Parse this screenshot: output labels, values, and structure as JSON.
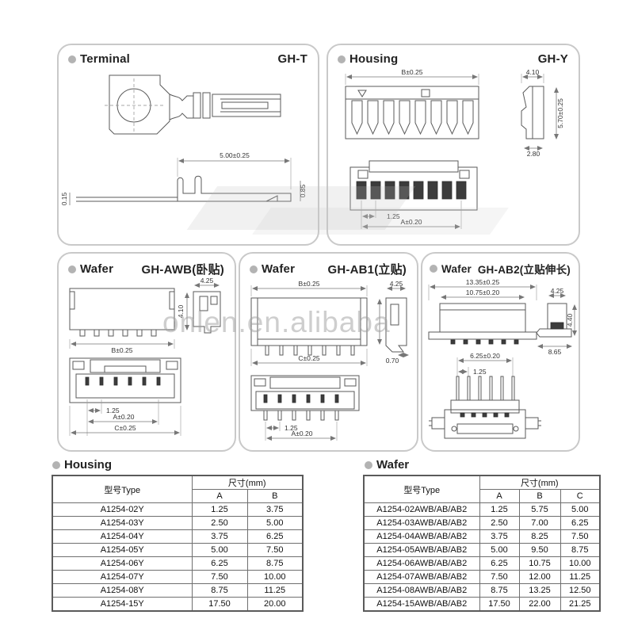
{
  "watermark": {
    "text": "onlen.en.alibaba"
  },
  "panels": {
    "terminal": {
      "title": "Terminal",
      "code": "GH-T",
      "dims": {
        "length": "5.00±0.25",
        "thickness": "0.15",
        "barrel": "0.85"
      }
    },
    "housing": {
      "title": "Housing",
      "code": "GH-Y",
      "dims": {
        "b": "B±0.25",
        "side_w": "4.10",
        "side_h": "5.70±0.25",
        "side_d": "2.80",
        "pitch": "1.25",
        "a": "A±0.20"
      }
    },
    "wafer_awb": {
      "title": "Wafer",
      "code": "GH-AWB(卧贴)",
      "dims": {
        "b": "B±0.25",
        "side_top": "4.25",
        "side_h": "4.10",
        "pitch": "1.25",
        "a": "A±0.20",
        "c": "C±0.25"
      }
    },
    "wafer_ab1": {
      "title": "Wafer",
      "code": "GH-AB1(立贴)",
      "dims": {
        "b": "B±0.25",
        "c": "C±0.25",
        "side_top": "4.25",
        "foot": "0.70",
        "pitch": "1.25",
        "a": "A±0.20"
      }
    },
    "wafer_ab2": {
      "title": "Wafer",
      "code": "GH-AB2(立贴伸长)",
      "dims": {
        "outer": "13.35±0.25",
        "inner": "10.75±0.20",
        "side_top": "4.25",
        "side_h": "4.40",
        "side_w": "8.65",
        "span": "6.25±0.20",
        "pitch": "1.25"
      }
    }
  },
  "housing_table": {
    "section_title": "Housing",
    "col_type": "型号Type",
    "col_dim": "尺寸(mm)",
    "col_headers": [
      "A",
      "B"
    ],
    "rows": [
      [
        "A1254-02Y",
        "1.25",
        "3.75"
      ],
      [
        "A1254-03Y",
        "2.50",
        "5.00"
      ],
      [
        "A1254-04Y",
        "3.75",
        "6.25"
      ],
      [
        "A1254-05Y",
        "5.00",
        "7.50"
      ],
      [
        "A1254-06Y",
        "6.25",
        "8.75"
      ],
      [
        "A1254-07Y",
        "7.50",
        "10.00"
      ],
      [
        "A1254-08Y",
        "8.75",
        "11.25"
      ],
      [
        "A1254-15Y",
        "17.50",
        "20.00"
      ]
    ]
  },
  "wafer_table": {
    "section_title": "Wafer",
    "col_type": "型号Type",
    "col_dim": "尺寸(mm)",
    "col_headers": [
      "A",
      "B",
      "C"
    ],
    "rows": [
      [
        "A1254-02AWB/AB/AB2",
        "1.25",
        "5.75",
        "5.00"
      ],
      [
        "A1254-03AWB/AB/AB2",
        "2.50",
        "7.00",
        "6.25"
      ],
      [
        "A1254-04AWB/AB/AB2",
        "3.75",
        "8.25",
        "7.50"
      ],
      [
        "A1254-05AWB/AB/AB2",
        "5.00",
        "9.50",
        "8.75"
      ],
      [
        "A1254-06AWB/AB/AB2",
        "6.25",
        "10.75",
        "10.00"
      ],
      [
        "A1254-07AWB/AB/AB2",
        "7.50",
        "12.00",
        "11.25"
      ],
      [
        "A1254-08AWB/AB/AB2",
        "8.75",
        "13.25",
        "12.50"
      ],
      [
        "A1254-15AWB/AB/AB2",
        "17.50",
        "22.00",
        "21.25"
      ]
    ]
  }
}
